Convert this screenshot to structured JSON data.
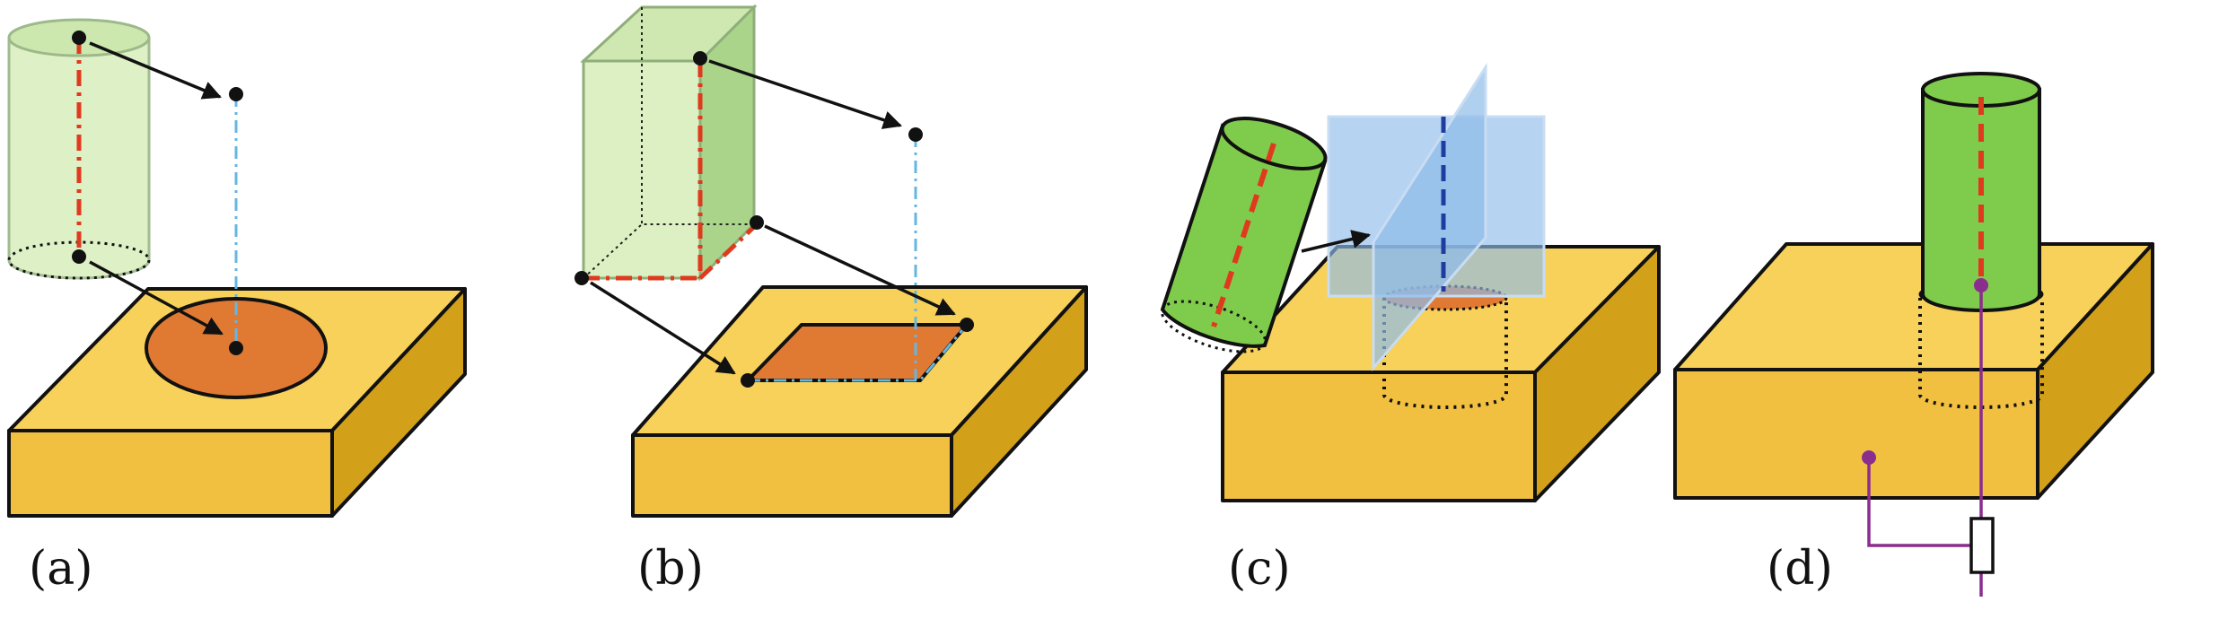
{
  "panels": [
    {
      "id": "a",
      "label": "(a)"
    },
    {
      "id": "b",
      "label": "(b)"
    },
    {
      "id": "c",
      "label": "(c)"
    },
    {
      "id": "d",
      "label": "(d)"
    }
  ],
  "colors": {
    "block_top": "#F7D15A",
    "block_front": "#F2C040",
    "block_side": "#D2A019",
    "contact_patch": "#E07A33",
    "tool_light_green": "#DDF0C3",
    "tool_green": "#7FCB4C",
    "tool_green_dark": "#66B33A",
    "plane_blue": "#8FBCE9",
    "axis_red": "#E03A1E",
    "projection_blue": "#63B7E3",
    "dark_blue_axis": "#1F3DA0",
    "circuit_purple": "#8B2D8F",
    "outline": "#111111"
  },
  "icons": [
    "cylinder-tool-icon",
    "prism-tool-icon",
    "plane-icon",
    "sensor-icon"
  ]
}
